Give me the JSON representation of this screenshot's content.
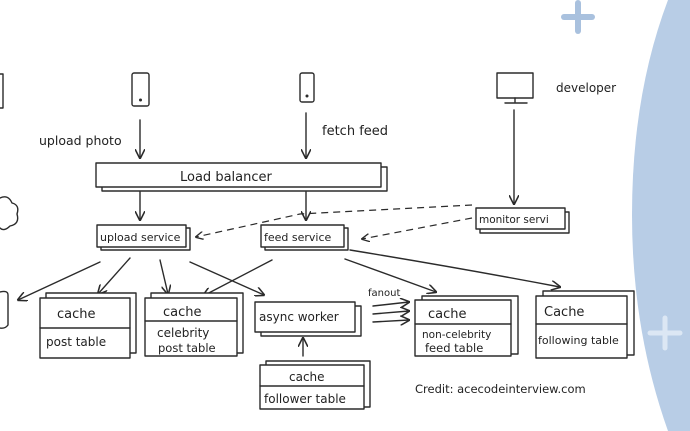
{
  "colors": {
    "background": "#ffffff",
    "ink": "#2b2b2b",
    "accent_blue": "#b8cde6",
    "plus": "#a9c1de"
  },
  "labels": {
    "upload_photo": "upload photo",
    "fetch_feed": "fetch feed",
    "developer": "developer",
    "load_balancer": "Load balancer",
    "upload_service": "upload service",
    "feed_service": "feed service",
    "monitor_service": "monitor servi",
    "fanout": "fanout",
    "async_worker": "async worker",
    "cache": "cache",
    "cache_cap": "Cache",
    "post_table": "post table",
    "celebrity_line1": "celebrity",
    "celebrity_line2": "post table",
    "non_celebrity_line1": "non-celebrity",
    "non_celebrity_line2": "feed table",
    "following_table": "following table",
    "follower_table": "follower table",
    "credit": "Credit: acecodeinterview.com"
  },
  "icons": [
    "phone-icon",
    "phone-icon",
    "monitor-icon",
    "cloud-icon",
    "database-icon",
    "plus-icon"
  ]
}
